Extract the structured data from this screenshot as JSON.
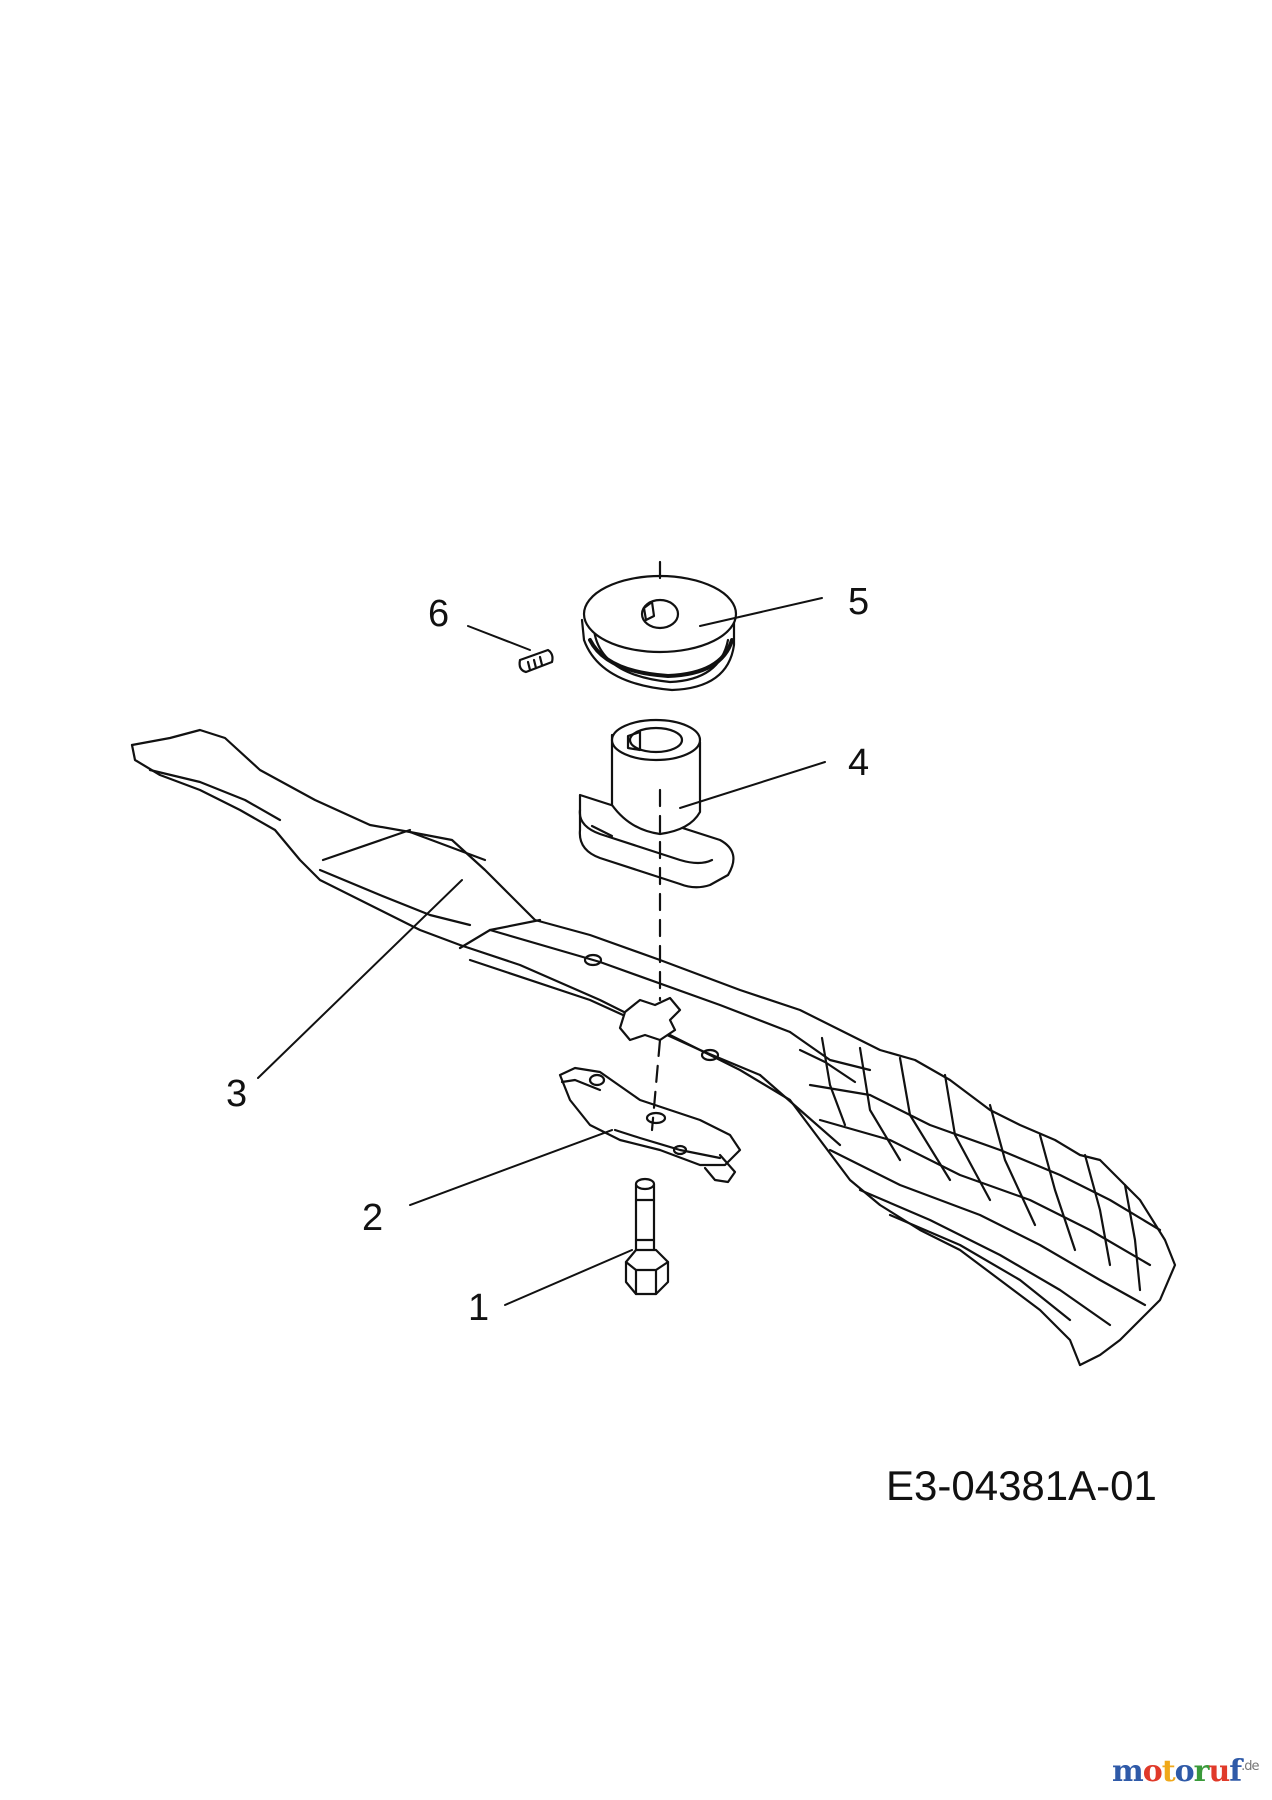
{
  "diagram": {
    "drawing_code": "E3-04381A-01",
    "callouts": [
      "1",
      "2",
      "3",
      "4",
      "5",
      "6"
    ],
    "line_color": "#111111"
  },
  "watermark": {
    "letters": [
      {
        "char": "m",
        "color": "#2f5aa8"
      },
      {
        "char": "o",
        "color": "#e03a2a"
      },
      {
        "char": "t",
        "color": "#f0a81a"
      },
      {
        "char": "o",
        "color": "#2f5aa8"
      },
      {
        "char": "r",
        "color": "#3a9a3a"
      },
      {
        "char": "u",
        "color": "#e03a2a"
      },
      {
        "char": "f",
        "color": "#2f5aa8"
      }
    ],
    "suffix": ".de"
  }
}
